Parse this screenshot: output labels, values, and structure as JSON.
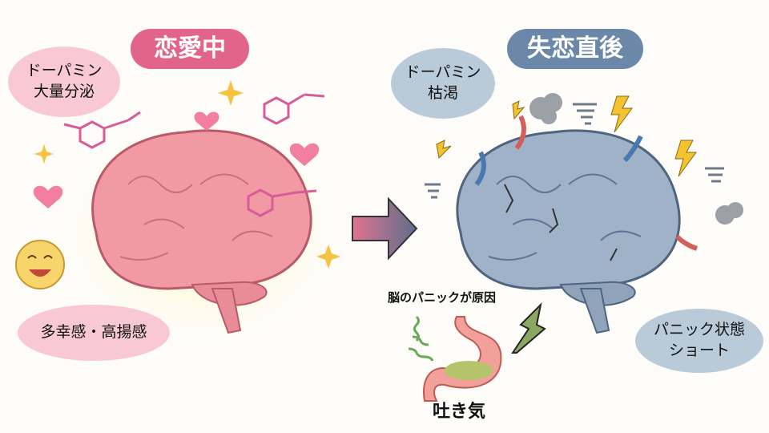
{
  "left": {
    "title": "恋愛中",
    "bubble_top": [
      "ドーパミン",
      "大量分泌"
    ],
    "bubble_bottom": "多幸感・高揚感"
  },
  "right": {
    "title": "失恋直後",
    "bubble_top": [
      "ドーパミン",
      "枯渇"
    ],
    "bubble_bottom": [
      "パニック状態",
      "ショート"
    ],
    "cause_label": "脳のパニックが原因",
    "symptom_label": "吐き気"
  },
  "colors": {
    "love": "#e2648a",
    "heartbreak": "#6b88a8",
    "pink_bubble": "#f8c9d4",
    "blue_bubble": "#b9cbd8"
  }
}
